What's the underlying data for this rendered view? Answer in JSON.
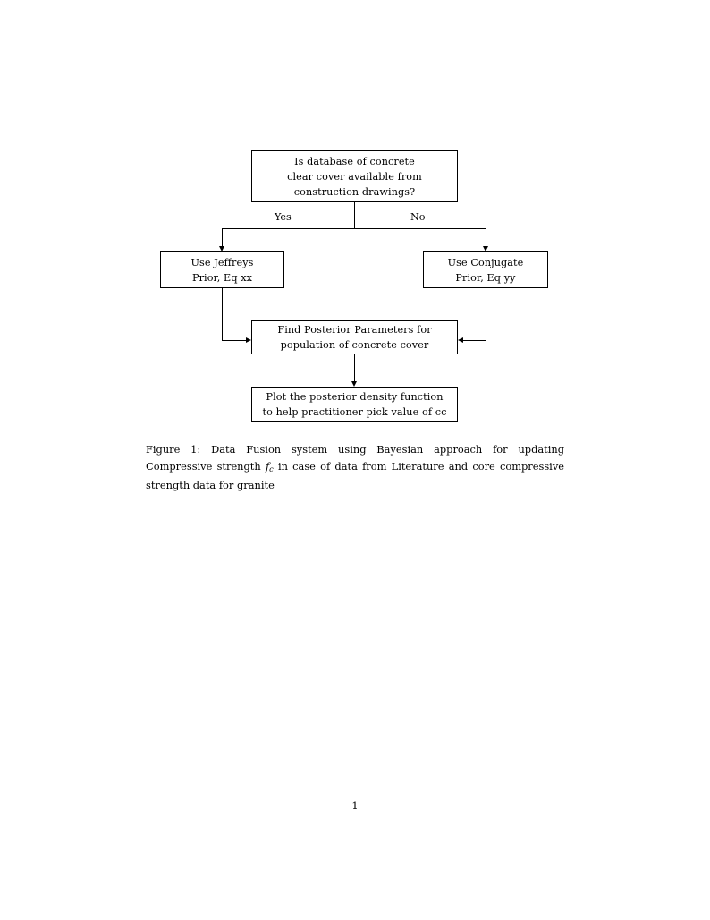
{
  "document": {
    "page_number": "1"
  },
  "figure": {
    "nodes": [
      {
        "id": "question",
        "lines": [
          "Is database of concrete",
          "clear cover available from",
          "construction drawings?"
        ]
      },
      {
        "id": "jeffreys",
        "lines": [
          "Use Jeffreys",
          "Prior, Eq xx"
        ]
      },
      {
        "id": "conjugate",
        "lines": [
          "Use Conjugate",
          "Prior, Eq yy"
        ]
      },
      {
        "id": "posterior",
        "lines": [
          "Find Posterior Parameters for",
          "population of concrete cover"
        ]
      },
      {
        "id": "plot",
        "lines": [
          "Plot the posterior density function",
          "to help practitioner pick value of cc"
        ]
      }
    ],
    "branch_labels": {
      "yes": "Yes",
      "no": "No"
    },
    "line_color": "#000000"
  },
  "caption": {
    "label": "Figure 1:",
    "text_before_math": " Data Fusion system using Bayesian approach for updating Compressive strength ",
    "math_symbol": "f",
    "math_subscript": "c",
    "text_after_math": " in case of data from Literature and core compressive strength data for granite"
  }
}
